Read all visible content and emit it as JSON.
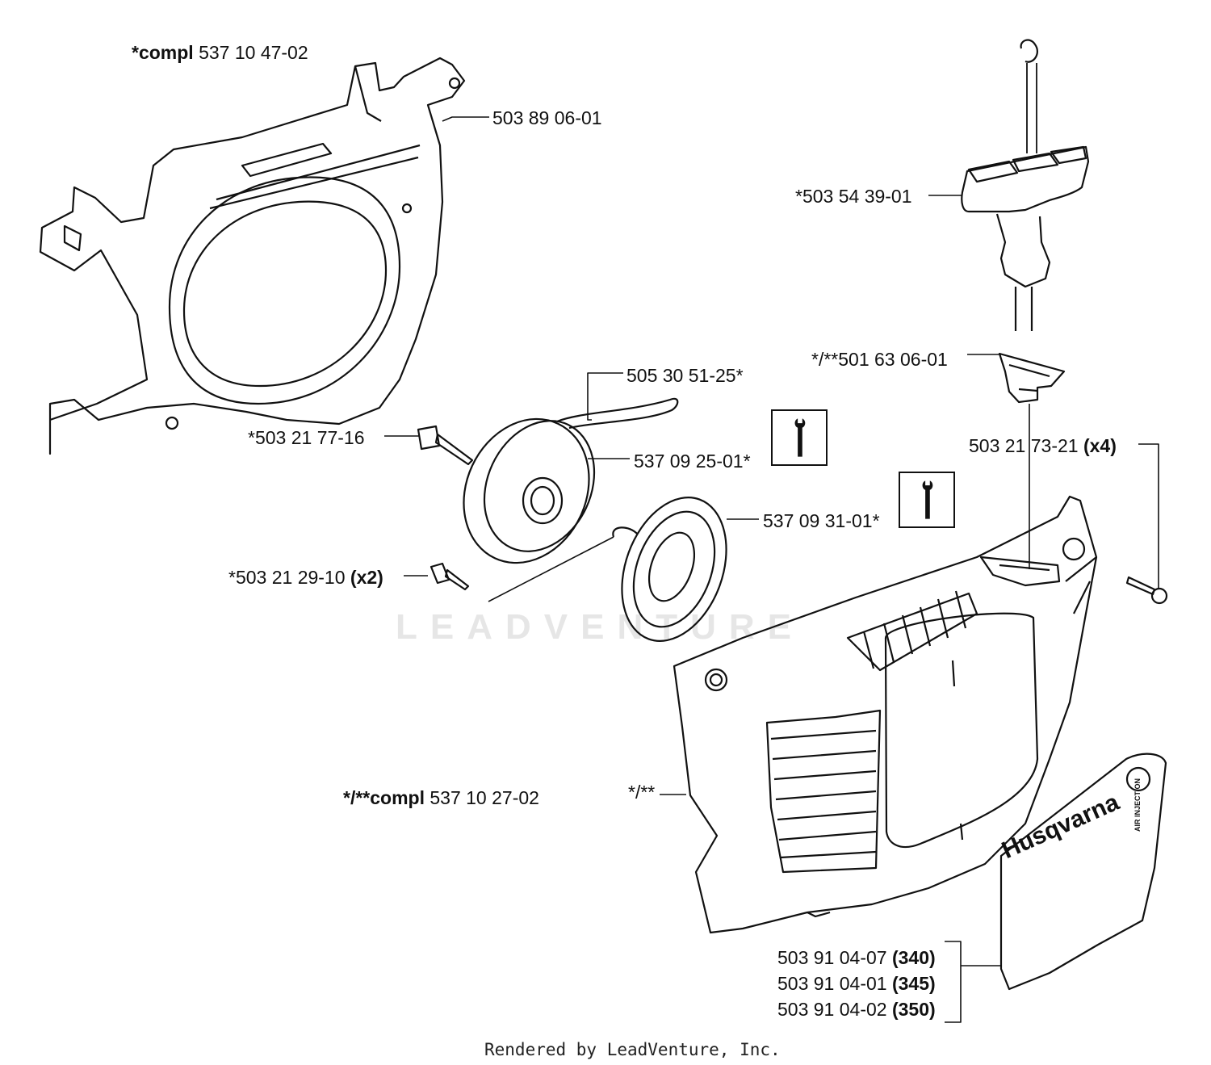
{
  "labels": {
    "compl_top_prefix": "*compl",
    "compl_top_num": "537 10 47-02",
    "p1": "503 89 06-01",
    "p2": "*503 54 39-01",
    "p3": "*/**501 63 06-01",
    "p4": "505 30 51-25*",
    "p5": "*503 21 77-16",
    "p6": "537 09 25-01*",
    "p7_num": "503 21 73-21",
    "p7_qty": "(x4)",
    "p8": "537 09 31-01*",
    "p9_num": "*503 21 29-10",
    "p9_qty": "(x2)",
    "compl_bottom_prefix": "*/**",
    "compl_bottom_bold": "compl",
    "compl_bottom_num": "537 10 27-02",
    "p10": "*/**",
    "decal_1_num": "503 91 04-07",
    "decal_1_model": "(340)",
    "decal_2_num": "503 91 04-01",
    "decal_2_model": "(345)",
    "decal_3_num": "503 91 04-02",
    "decal_3_model": "(350)"
  },
  "decal": {
    "brand": "Husqvarna",
    "side_text": "AIR INJECTION"
  },
  "watermark": "LEADVENTURE",
  "footer": "Rendered by LeadVenture, Inc.",
  "icons": [
    "wrench-icon",
    "wrench-icon"
  ]
}
